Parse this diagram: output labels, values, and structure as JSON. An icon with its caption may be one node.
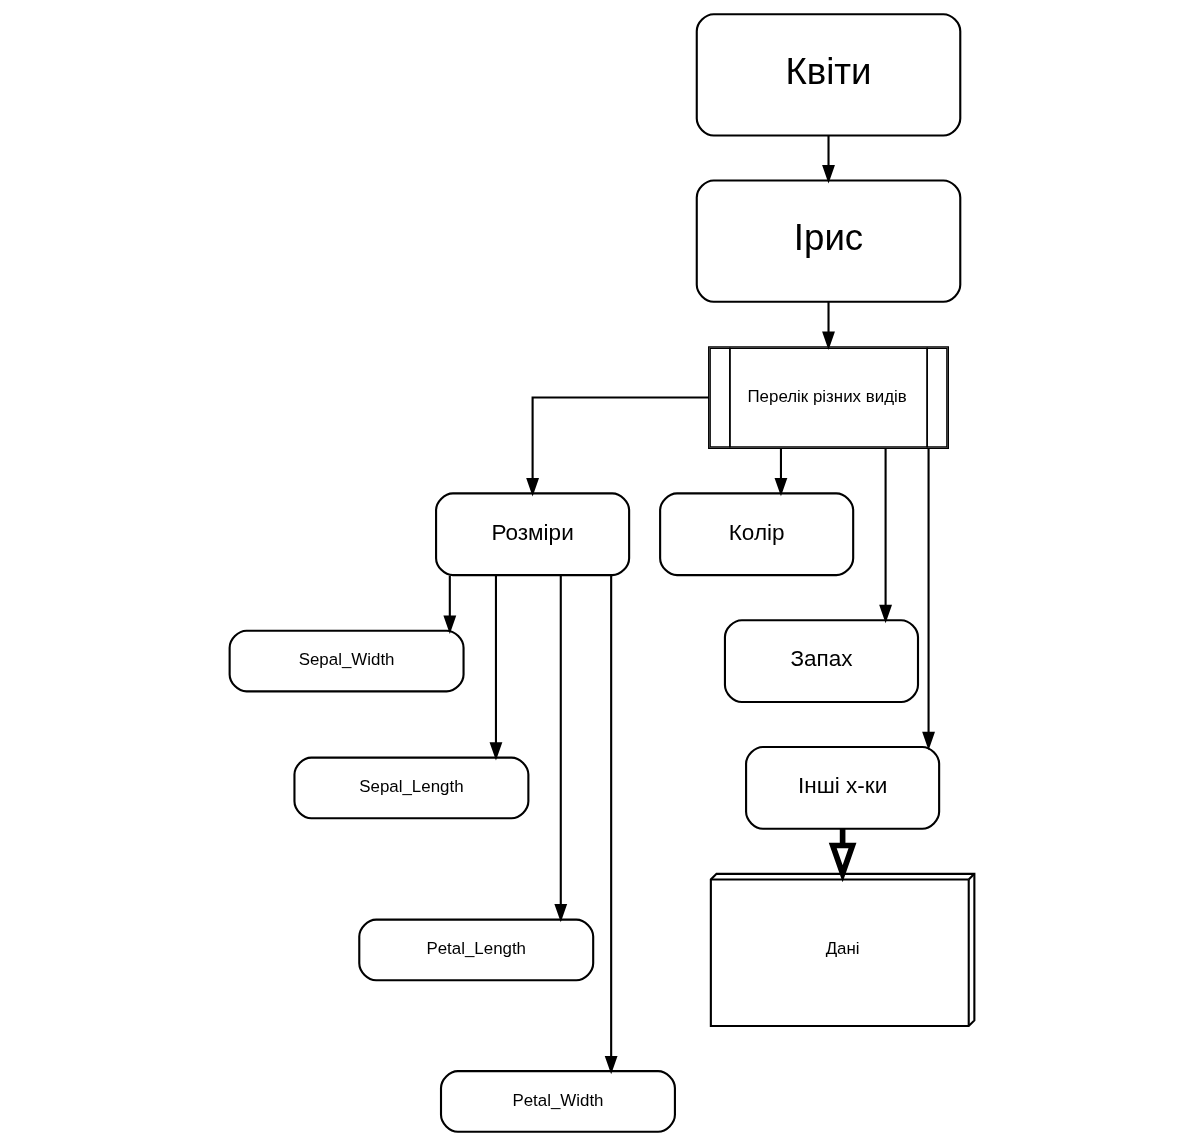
{
  "diagram": {
    "nodes": [
      {
        "text": [
          "Квіти"
        ]
      },
      {
        "text": [
          "Ірис"
        ]
      },
      {
        "text": [
          "Перелік різних видів"
        ]
      },
      {
        "text": [
          "Розміри"
        ]
      },
      {
        "text": [
          "Sepal_Width"
        ]
      },
      {
        "text": [
          "Sepal_Length"
        ]
      },
      {
        "text": [
          "Petal_Length"
        ]
      },
      {
        "text": [
          "Petal_Width"
        ]
      },
      {
        "text": [
          "Колір"
        ]
      },
      {
        "text": [
          "Запах"
        ]
      },
      {
        "text": [
          "Інші х-ки"
        ]
      },
      {
        "text": [
          "Дані"
        ]
      }
    ],
    "edges": [
      {
        "from": 0,
        "to": 1,
        "arrow": "to"
      },
      {
        "from": 1,
        "to": 2,
        "arrow": "to"
      },
      {
        "from": 2,
        "to": 3,
        "arrow": "to"
      },
      {
        "from": 2,
        "to": 8,
        "arrow": "to"
      },
      {
        "from": 2,
        "to": 9,
        "arrow": "to"
      },
      {
        "from": 2,
        "to": 10,
        "arrow": "to"
      },
      {
        "from": 3,
        "to": 4,
        "arrow": "to"
      },
      {
        "from": 3,
        "to": 5,
        "arrow": "to"
      },
      {
        "from": 3,
        "to": 6,
        "arrow": "to"
      },
      {
        "from": 3,
        "to": 7,
        "arrow": "to"
      },
      {
        "from": 10,
        "to": 11,
        "arrow": "to",
        "style": "thick"
      }
    ]
  }
}
